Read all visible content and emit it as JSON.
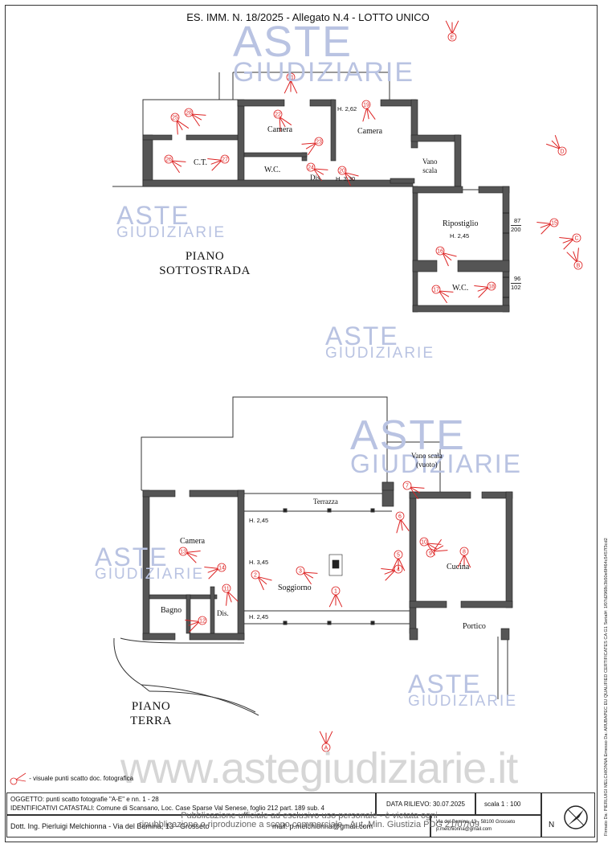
{
  "header": "ES. IMM.  N. 18/2025 - Allegato N.4 - LOTTO UNICO",
  "watermark": {
    "line1": "ASTE",
    "line2": "GIUDIZIARIE",
    "site": "www.astegiudiziarie.it"
  },
  "plans": {
    "basement": {
      "title_line1": "PIANO",
      "title_line2": "SOTTOSTRADA"
    },
    "ground": {
      "title_line1": "PIANO",
      "title_line2": "TERRA"
    }
  },
  "rooms": {
    "camera_b1": "Camera",
    "camera_b2": "Camera",
    "ct": "C.T.",
    "wc1": "W.C.",
    "dis1": "Dis.",
    "vano_scala": "Vano\nscala",
    "ripostiglio": "Ripostiglio",
    "wc2": "W.C.",
    "camera_g": "Camera",
    "bagno": "Bagno",
    "dis2": "Dis.",
    "soggiorno": "Soggiorno",
    "terrazza": "Terrazza",
    "vano_scala_vuoto": "Vano scala\n(vuoto)",
    "cucina": "Cucina",
    "portico": "Portico"
  },
  "heights": {
    "h262": "H. 2,62",
    "h330": "H. 3,30",
    "h245a": "H. 2,45",
    "h245b": "H. 2,45",
    "h345": "H. 3,45",
    "h245c": "H. 2,45"
  },
  "openings": {
    "o1_top": "87",
    "o1_bot": "200",
    "o2_top": "96",
    "o2_bot": "102"
  },
  "photo_points": [
    "A",
    "B",
    "C",
    "D",
    "E",
    "1",
    "2",
    "3",
    "4",
    "5",
    "6",
    "7",
    "8",
    "9",
    "10",
    "11",
    "12",
    "13",
    "14",
    "15",
    "16",
    "17",
    "18",
    "19",
    "20",
    "21",
    "22",
    "23",
    "24",
    "25",
    "26",
    "27",
    "28"
  ],
  "legend": {
    "marker": "1",
    "text": "- visuale punti scatto doc. fotografica"
  },
  "title_block": {
    "oggetto": "OGGETTO: punti scatto fotografie \"A-E\" e nn. 1 - 28",
    "catastali": "IDENTIFICATIVI CATASTALI: Comune di Scansano, Loc. Case Sparse Val Senese, foglio 212 part. 189 sub. 4",
    "data_rilievo": "DATA RILIEVO: 30.07.2025",
    "scala": "scala 1 : 100",
    "author": "Dott. Ing. Pierluigi Melchionna - Via del Bemina, 13 - Grosseto",
    "mail": "mail: p.melchionna@gmail.com",
    "address_small": "Via del Bemina, 13 - 58100 Grosseto",
    "mail_small": "p.melchionna@gmail.com",
    "north": "N"
  },
  "publication_note": {
    "line1": "Pubblicazione ufficiale ad esclusivo uso personale - è vietata ogni",
    "line2": "ripubblicazione o riproduzione a scopo commerciale - Aut. Min. Giustizia PDG 21/07/09"
  },
  "side_signature": "Firmato Da: PIERLUIGI MELCHIONNA Emesso Da: ARUBAPEC EU QUALIFIED CERTIFICATES CA G1 Serial#: 1f07d2968c3b50e6f464c5457f3cd2"
}
